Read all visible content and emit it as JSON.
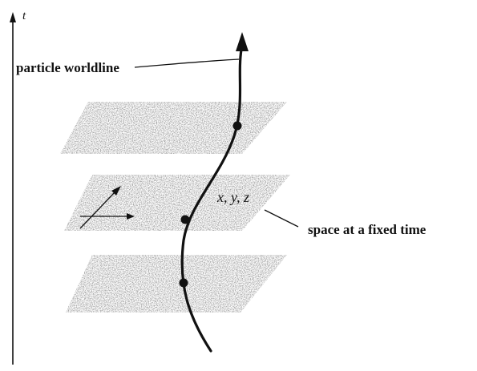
{
  "axis": {
    "time_label": "t"
  },
  "labels": {
    "worldline": "particle worldline",
    "space_slice": "space at a fixed time",
    "coords": "x, y, z"
  },
  "colors": {
    "ink": "#111111",
    "slice_fill": "#9a9a9a"
  }
}
